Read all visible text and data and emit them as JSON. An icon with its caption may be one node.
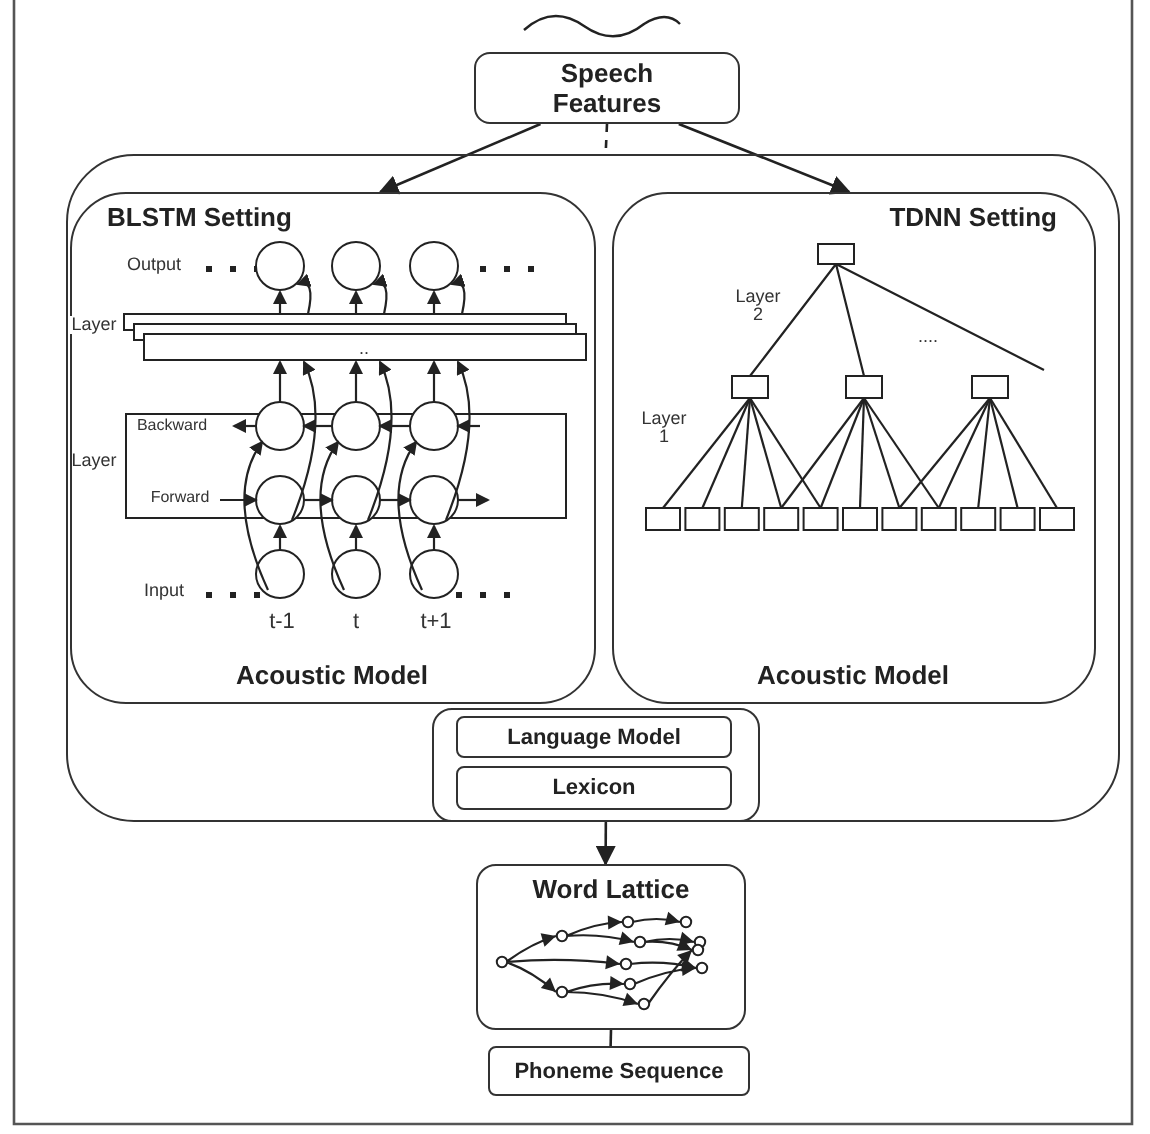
{
  "diagram": {
    "nodes": [
      {
        "text": [
          "Speech Features"
        ]
      },
      {
        "text": [],
        "shape": "box"
      },
      {
        "text": [
          "BLSTM Setting",
          "Acoustic Model"
        ],
        "in": 1
      },
      {
        "text": [
          "TDNN Setting",
          "Acoustic Model"
        ],
        "in": 1
      },
      {
        "text": [],
        "shape": "box",
        "in": 1
      },
      {
        "text": [
          "Language Model"
        ],
        "in": 4
      },
      {
        "text": [
          "Lexicon"
        ],
        "in": 4
      },
      {
        "text": [
          "Word Lattice"
        ]
      },
      {
        "text": [
          "Phoneme Sequence"
        ]
      }
    ],
    "edges": [
      {
        "from": 0,
        "to": 2,
        "arrow": "to"
      },
      {
        "from": 0,
        "to": 3,
        "arrow": "to"
      },
      {
        "from": 0,
        "to": 1,
        "arrow": "none",
        "style": "dashed"
      },
      {
        "from": 4,
        "to": 7,
        "arrow": "to"
      },
      {
        "from": 7,
        "to": 8,
        "arrow": "none"
      }
    ],
    "labels": [
      "Output",
      "Layer",
      "..",
      "Backward",
      "Layer",
      "Forward",
      "Input",
      "t-1",
      "t",
      "t+1",
      "Layer 2",
      "....",
      "Layer 1"
    ]
  }
}
